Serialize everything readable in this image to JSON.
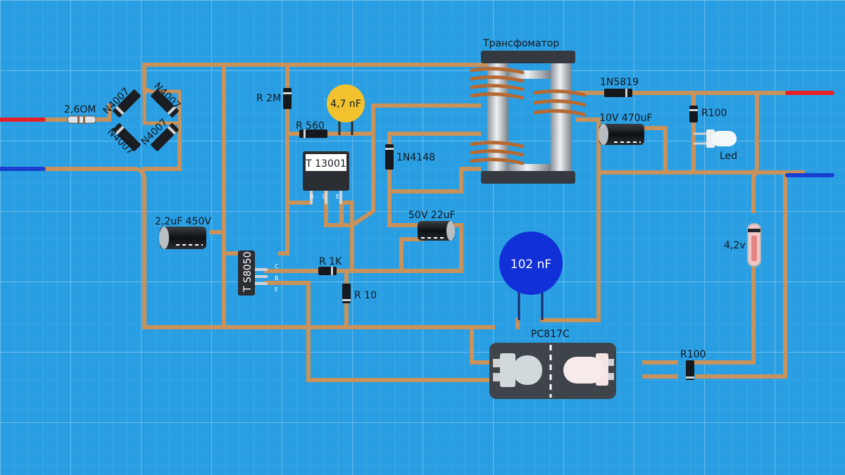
{
  "labels": {
    "fuse": "2,6OM",
    "diode1": "N4007",
    "diode2": "N4007",
    "diode3": "N4007",
    "diode4": "N4007",
    "res_2m": "R 2M",
    "res_560": "R  560",
    "cap_47": "4,7 nF",
    "transistor_13001": "T 13001",
    "pin_b": "B",
    "pin_c": "C",
    "pin_e": "E",
    "diode_1n4148": "1N4148",
    "transformer": "Трансфоматор",
    "diode_1n5819": "1N5819",
    "cap_470": "10V 470uF",
    "res_r100_top": "R100",
    "led": "Led",
    "cap_450": "2,2uF 450V",
    "cap_22": "50V 22uF",
    "cap_102": "102 nF",
    "transistor_s8050": "T S8050",
    "pin_c2": "C",
    "pin_b2": "B",
    "pin_e2": "E",
    "res_1k": "R 1K",
    "res_10": "R 10",
    "zener": "4,2v",
    "optocoupler": "PC817C",
    "res_r100_bottom": "R100"
  },
  "colors": {
    "background": "#2a9ee2",
    "trace": "#c8925a",
    "input_red": "#e8202a",
    "input_blue": "#1a3fd0",
    "cap_yellow": "#f2c22e",
    "cap_blue": "#1230d8"
  }
}
